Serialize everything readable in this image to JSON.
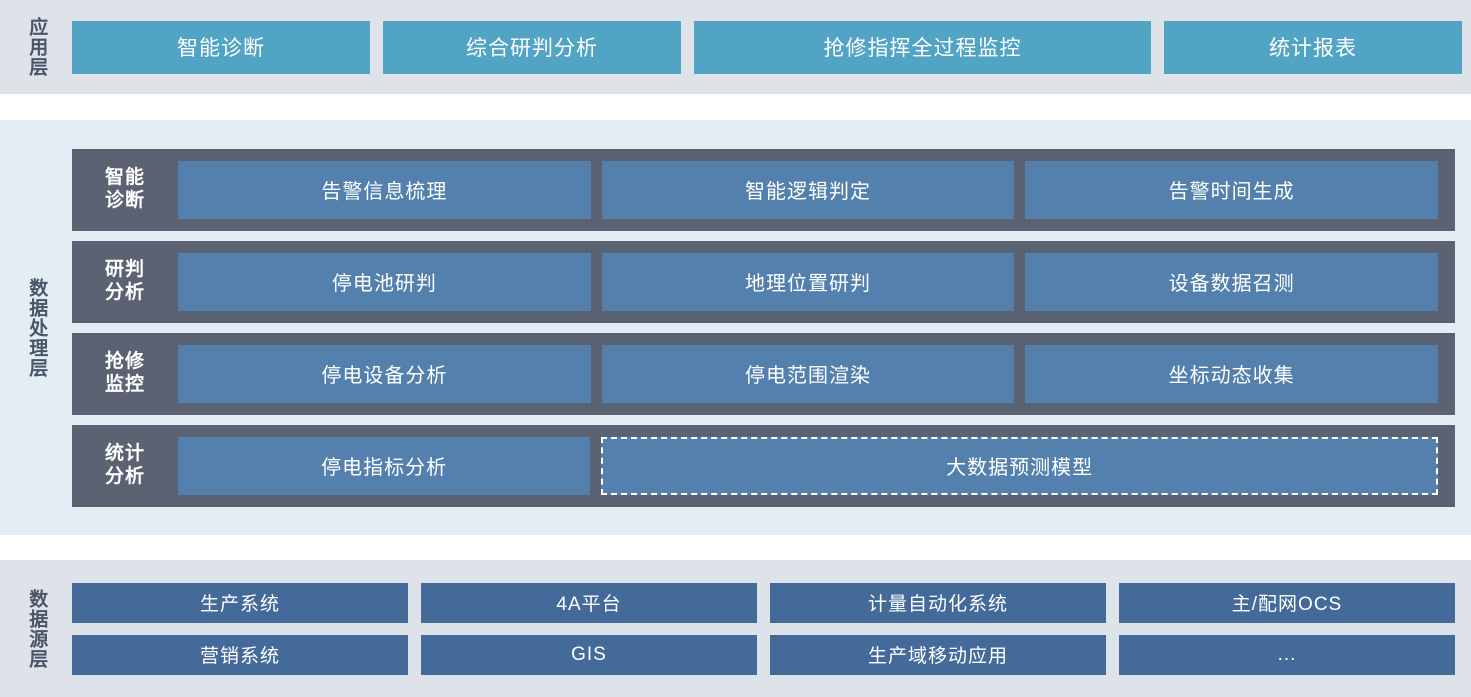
{
  "application_layer": {
    "label": "应用层",
    "boxes": [
      {
        "label": "智能诊断"
      },
      {
        "label": "综合研判分析"
      },
      {
        "label": "抢修指挥全过程监控"
      },
      {
        "label": "统计报表"
      }
    ]
  },
  "data_processing_layer": {
    "label": "数据处理层",
    "rows": [
      {
        "label": "智能\n诊断",
        "cells": [
          {
            "label": "告警信息梳理",
            "dashed": false
          },
          {
            "label": "智能逻辑判定",
            "dashed": false
          },
          {
            "label": "告警时间生成",
            "dashed": false
          }
        ]
      },
      {
        "label": "研判\n分析",
        "cells": [
          {
            "label": "停电池研判",
            "dashed": false
          },
          {
            "label": "地理位置研判",
            "dashed": false
          },
          {
            "label": "设备数据召测",
            "dashed": false
          }
        ]
      },
      {
        "label": "抢修\n监控",
        "cells": [
          {
            "label": "停电设备分析",
            "dashed": false
          },
          {
            "label": "停电范围渲染",
            "dashed": false
          },
          {
            "label": "坐标动态收集",
            "dashed": false
          }
        ]
      },
      {
        "label": "统计\n分析",
        "cells": [
          {
            "label": "停电指标分析",
            "dashed": false
          },
          {
            "label": "大数据预测模型",
            "dashed": true
          }
        ]
      }
    ]
  },
  "data_source_layer": {
    "label": "数据源层",
    "rows": [
      [
        {
          "label": "生产系统"
        },
        {
          "label": "4A平台"
        },
        {
          "label": "计量自动化系统"
        },
        {
          "label": "主/配网OCS"
        }
      ],
      [
        {
          "label": "营销系统"
        },
        {
          "label": "GIS"
        },
        {
          "label": "生产域移动应用"
        },
        {
          "label": "..."
        }
      ]
    ]
  },
  "colors": {
    "application_band_bg": "#dee3ea",
    "application_box": "#52a4c4",
    "processing_band_bg": "#e2eef4",
    "processing_row": "#5b6372",
    "processing_cell": "#5480ad",
    "source_band_bg": "#dee3ea",
    "source_box": "#446a9a",
    "label_text": "#4a5568",
    "box_text": "#ffffff"
  }
}
